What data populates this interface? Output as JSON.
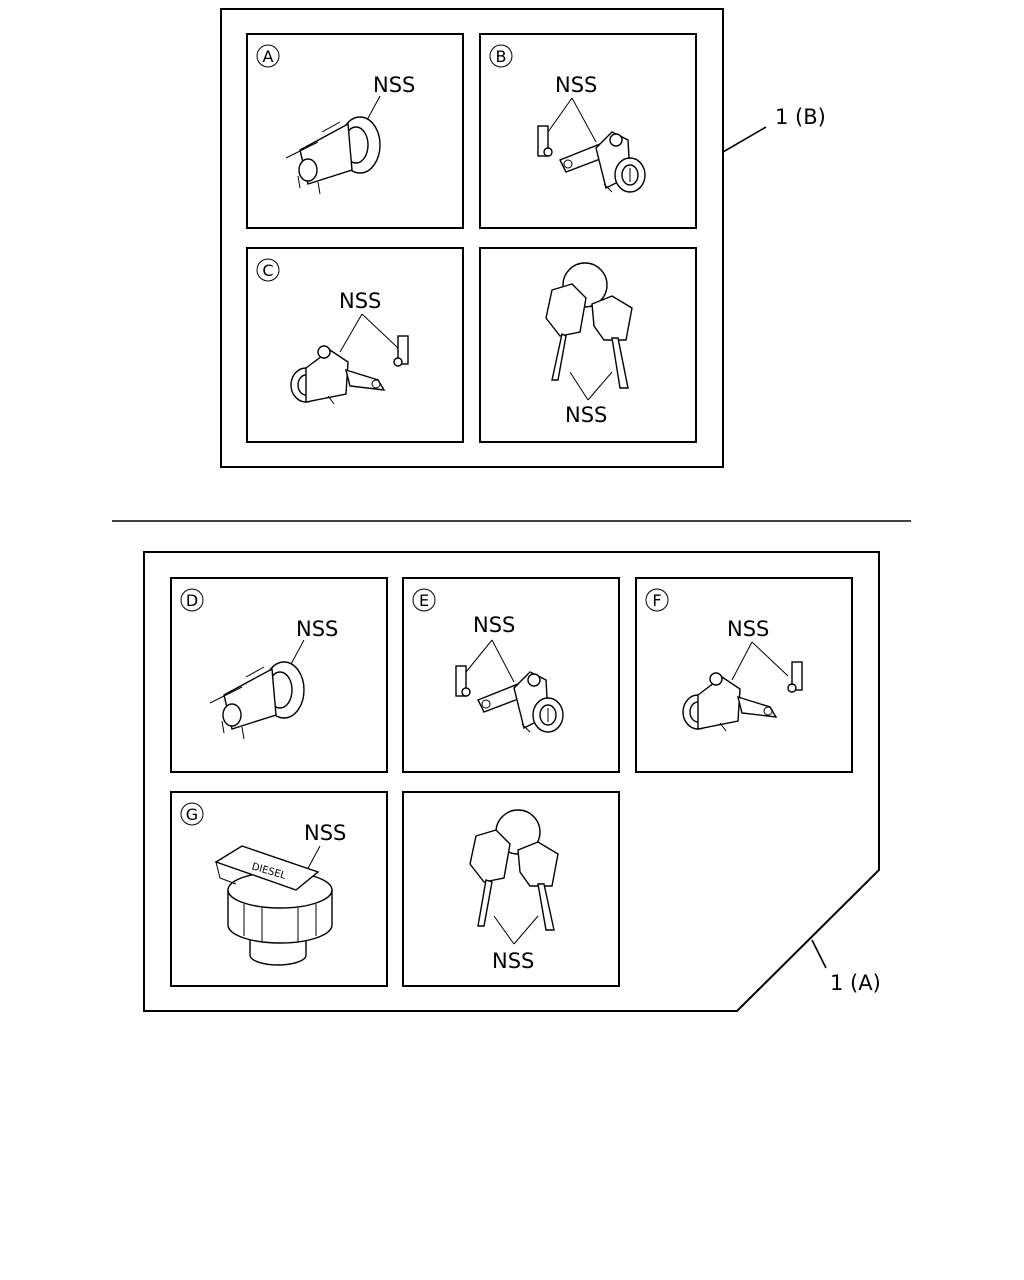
{
  "group_b": {
    "callout": "1 (B)",
    "panels": [
      {
        "letter": "A",
        "label": "NSS"
      },
      {
        "letter": "B",
        "label": "NSS"
      },
      {
        "letter": "C",
        "label": "NSS"
      },
      {
        "letter": "",
        "label": "NSS"
      }
    ]
  },
  "group_a": {
    "callout": "1 (A)",
    "panels": [
      {
        "letter": "D",
        "label": "NSS"
      },
      {
        "letter": "E",
        "label": "NSS"
      },
      {
        "letter": "F",
        "label": "NSS"
      },
      {
        "letter": "G",
        "label": "NSS"
      },
      {
        "letter": "",
        "label": "NSS"
      }
    ],
    "fuel_cap_text": "DIESEL"
  }
}
